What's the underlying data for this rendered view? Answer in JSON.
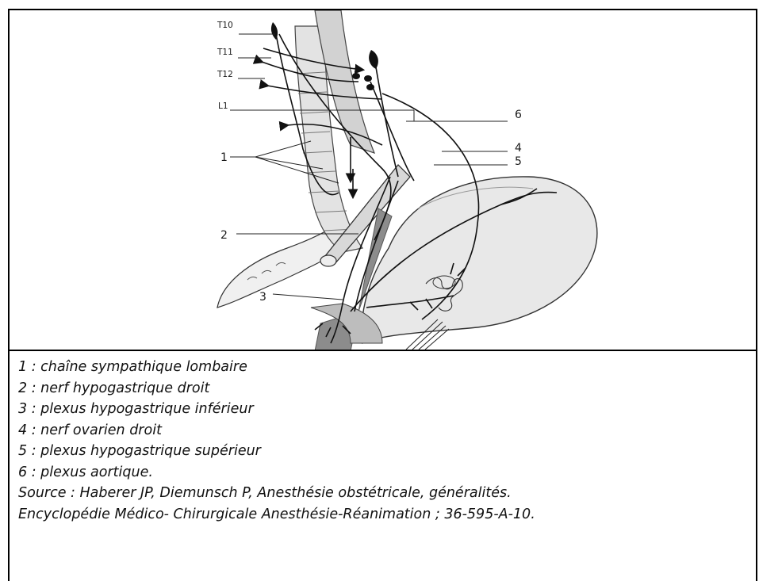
{
  "figure": {
    "labels": {
      "t10": "T10",
      "t11": "T11",
      "t12": "T12",
      "l1": "L1",
      "n1": "1",
      "n2": "2",
      "n3": "3",
      "n4": "4",
      "n5": "5",
      "n6": "6"
    }
  },
  "legend": {
    "items": [
      "1 : chaîne sympathique lombaire",
      "2 : nerf hypogastrique droit",
      "3 : plexus hypogastrique inférieur",
      "4 : nerf ovarien droit",
      "5 : plexus hypogastrique supérieur",
      "6 : plexus aortique."
    ],
    "source_line1": "Source : Haberer JP, Diemunsch P, Anesthésie obstétricale, généralités.",
    "source_line2": "Encyclopédie Médico- Chirurgicale Anesthésie-Réanimation ; 36-595-A-10."
  }
}
